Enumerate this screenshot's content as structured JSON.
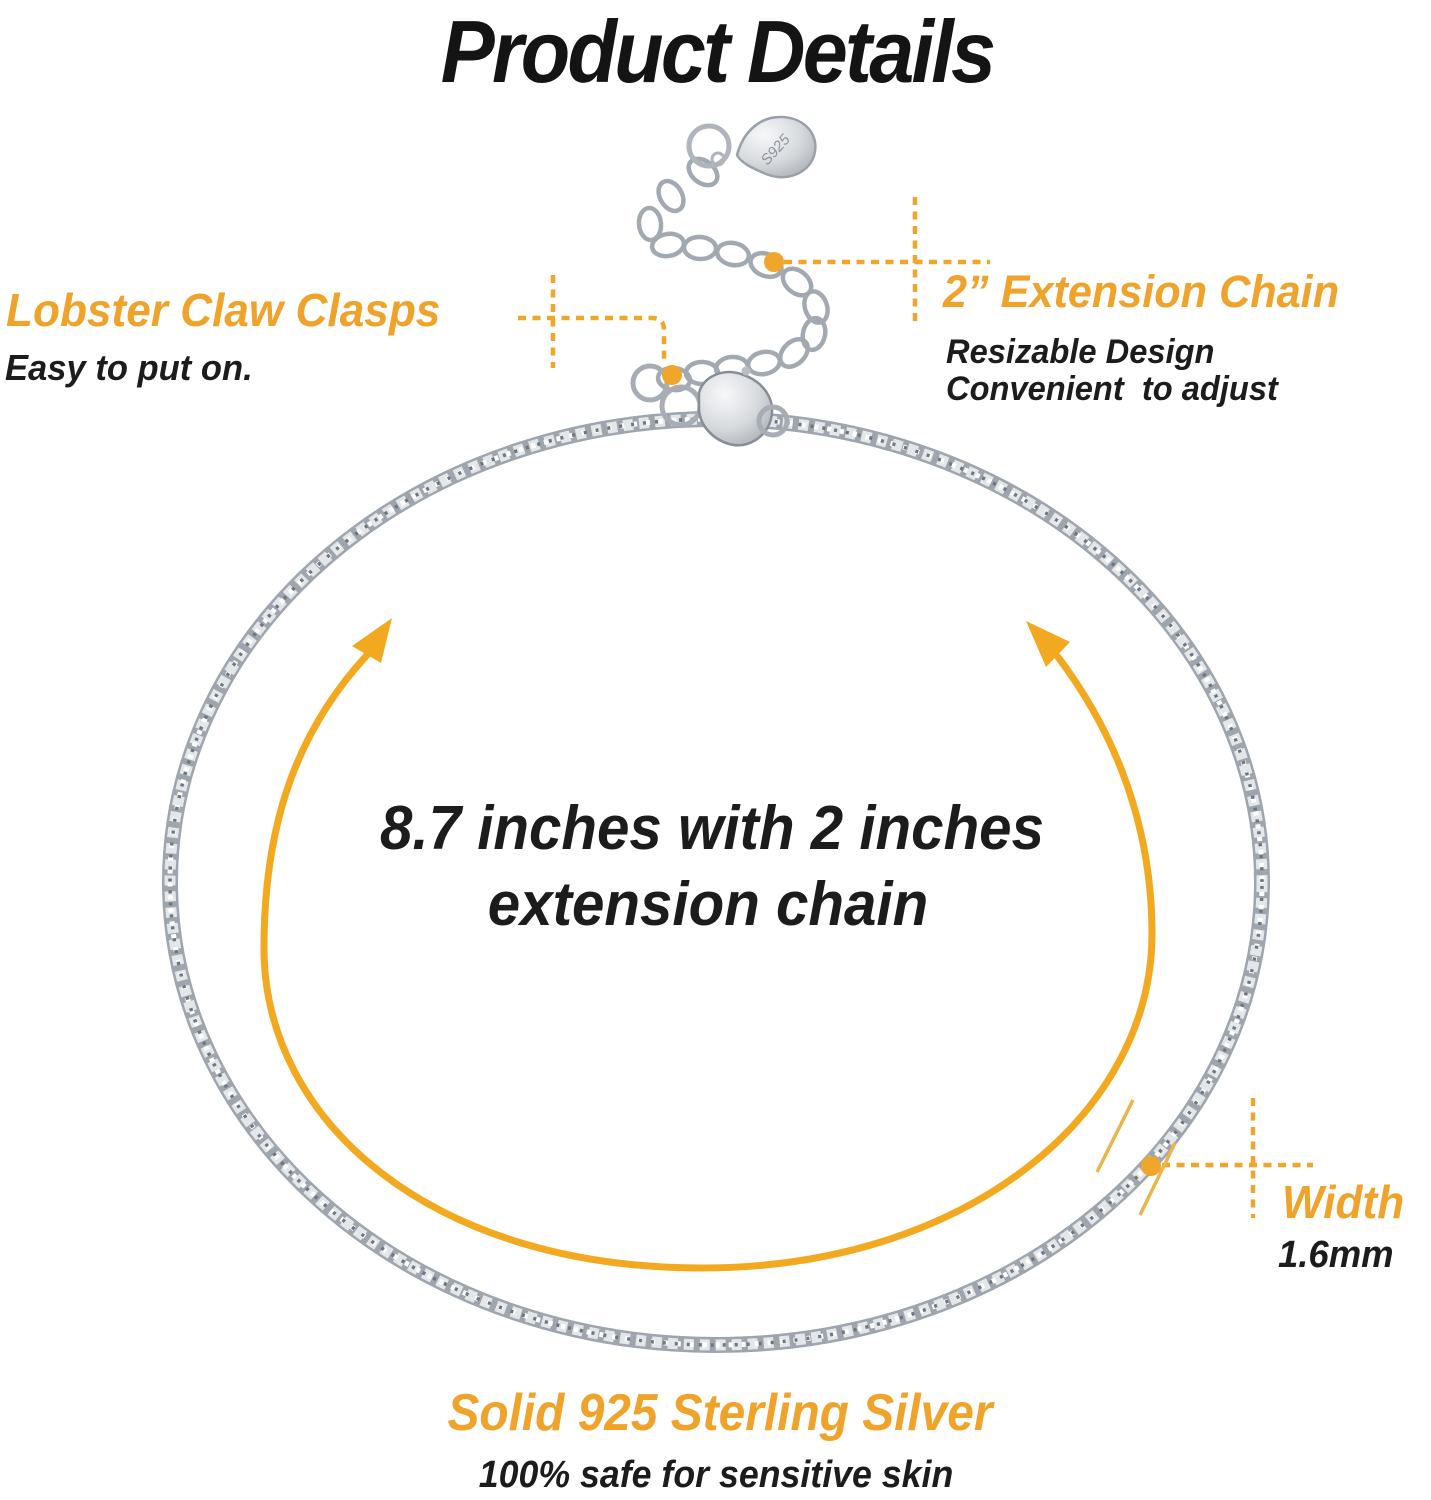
{
  "title": "Product Details",
  "callouts": {
    "clasp": {
      "heading": "Lobster Claw Clasps",
      "subtext": "Easy to put on."
    },
    "extension": {
      "heading": "2” Extension Chain",
      "subtext_line1": "Resizable Design",
      "subtext_line2": "Convenient  to adjust"
    },
    "length": {
      "line1": "8.7 inches with 2 inches",
      "line2": "extension chain"
    },
    "width": {
      "heading": "Width",
      "value": "1.6mm"
    },
    "material": {
      "heading": "Solid 925 Sterling Silver",
      "subtext": "100% safe for sensitive skin"
    }
  },
  "tag": {
    "engraving": "S925"
  },
  "colors": {
    "accent_orange": "#EFA62A",
    "arc_orange": "#F3A91F",
    "text_black": "#1C1C1C",
    "chain_silver": "#A8ADB5"
  }
}
